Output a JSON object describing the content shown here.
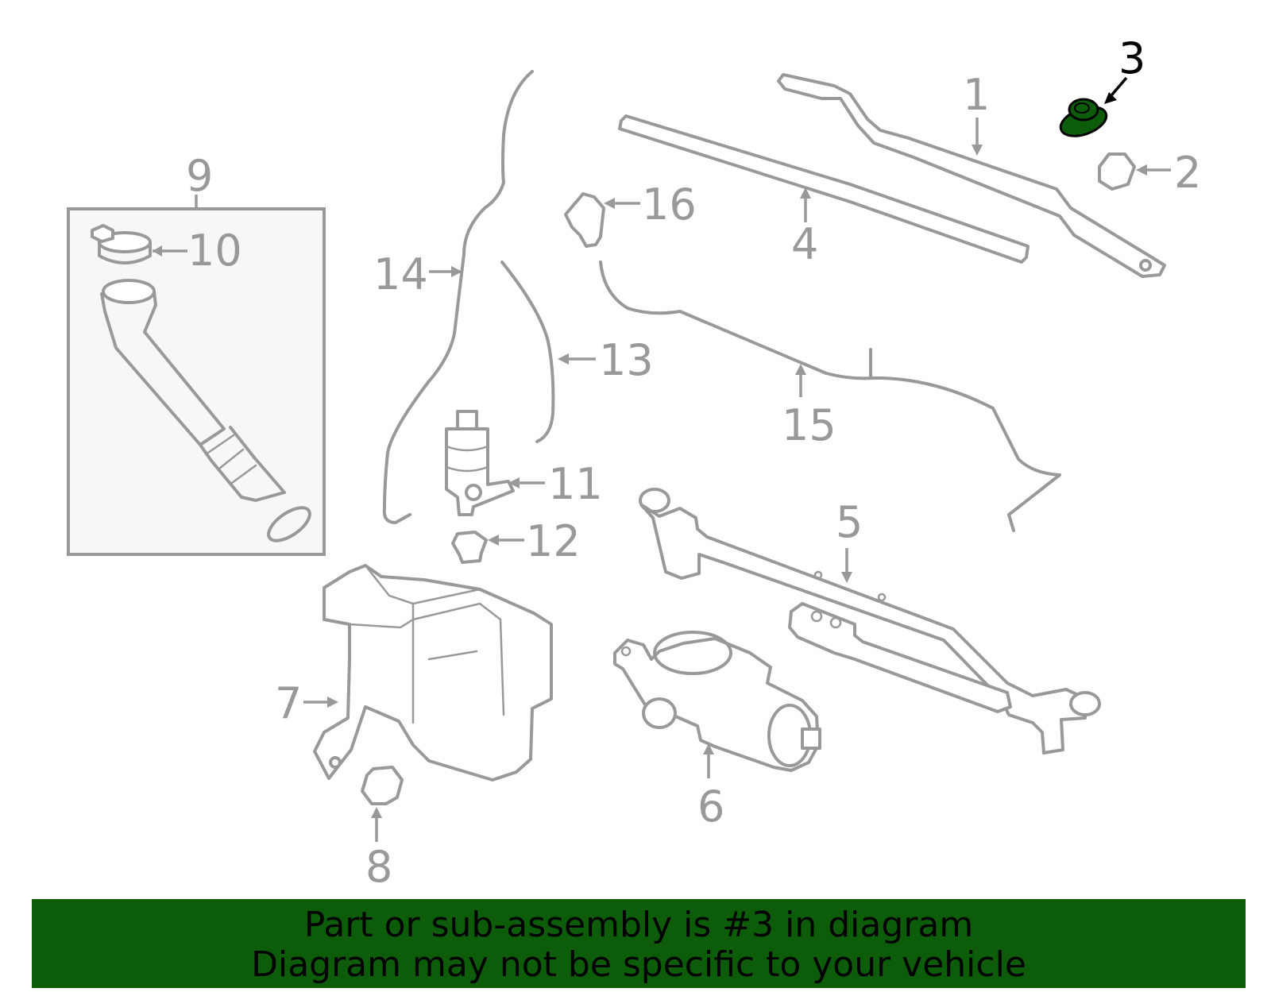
{
  "labels": {
    "l1": "1",
    "l2": "2",
    "l3": "3",
    "l4": "4",
    "l5": "5",
    "l6": "6",
    "l7": "7",
    "l8": "8",
    "l9": "9",
    "l10": "10",
    "l11": "11",
    "l12": "12",
    "l13": "13",
    "l14": "14",
    "l15": "15",
    "l16": "16"
  },
  "highlight_part": "3",
  "colors": {
    "highlight": "#0d5c0a",
    "parts": "#999999",
    "banner": "#0d5c0a"
  },
  "banner": {
    "line1": "Part or sub-assembly is #3 in diagram",
    "line2": "Diagram may not be specific to your vehicle"
  }
}
